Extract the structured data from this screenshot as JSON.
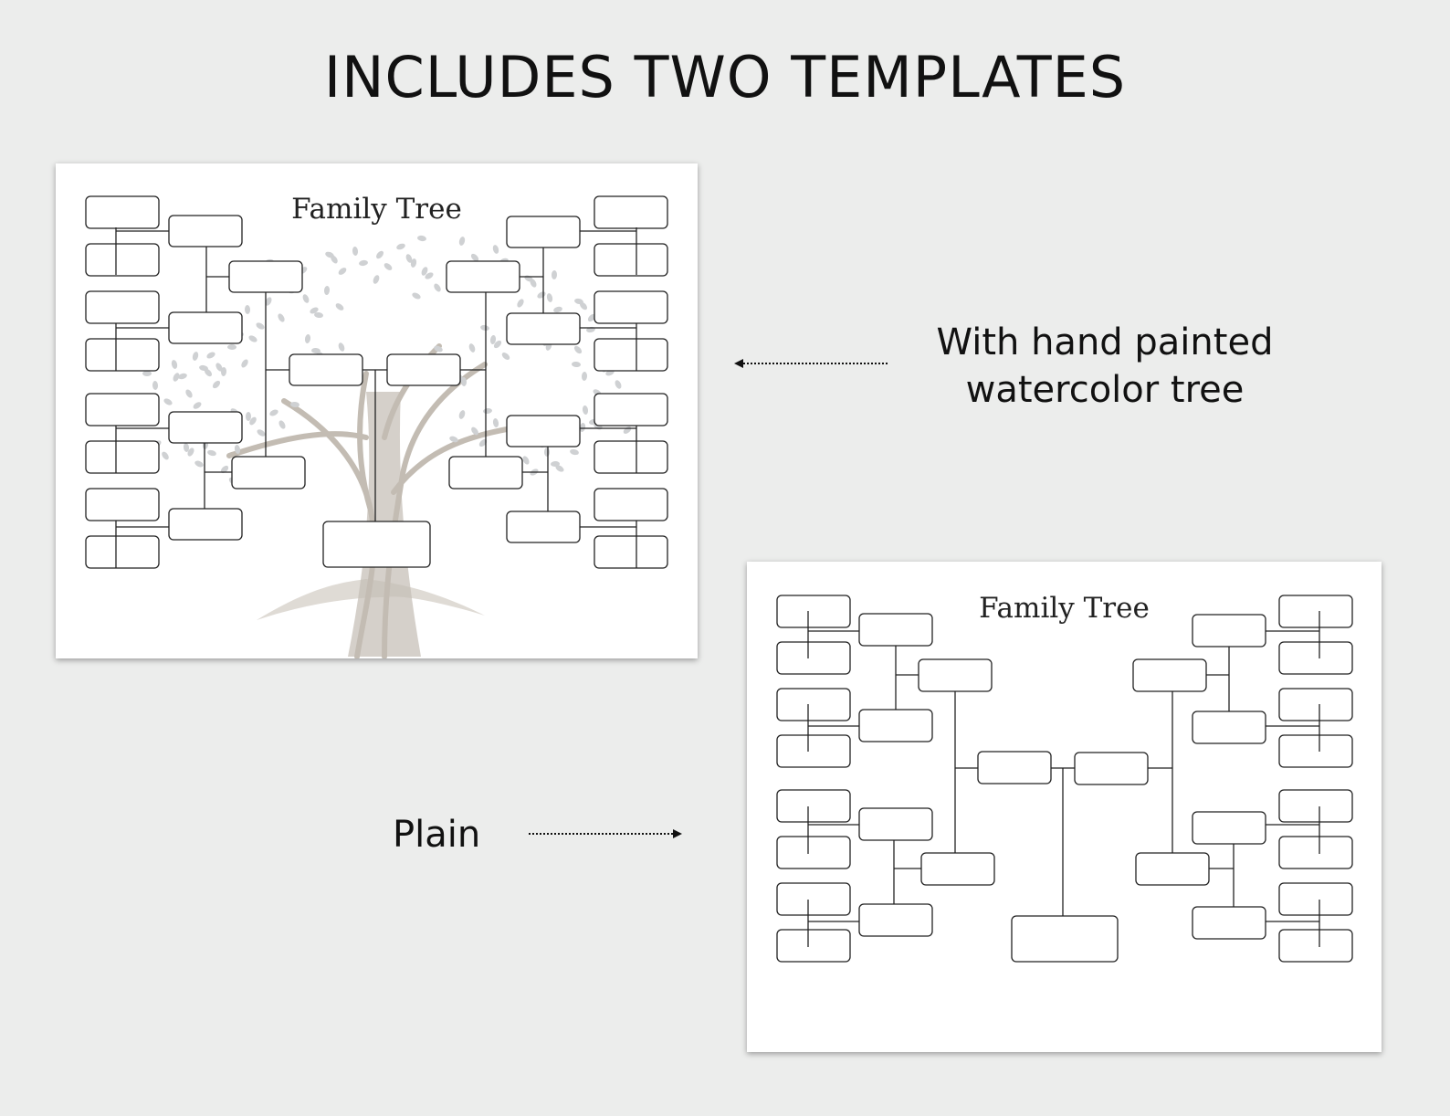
{
  "headline": "INCLUDES TWO TEMPLATES",
  "templates": [
    {
      "variant": "watercolor",
      "title": "Family Tree"
    },
    {
      "variant": "plain",
      "title": "Family Tree"
    }
  ],
  "captions": {
    "watercolor_line1": "With hand painted",
    "watercolor_line2": "watercolor tree",
    "plain": "Plain"
  },
  "colors": {
    "background": "#ecedec",
    "ink": "#111111",
    "tree_trunk": "#b9b1a6",
    "tree_leaves": "#c7c9cc"
  }
}
